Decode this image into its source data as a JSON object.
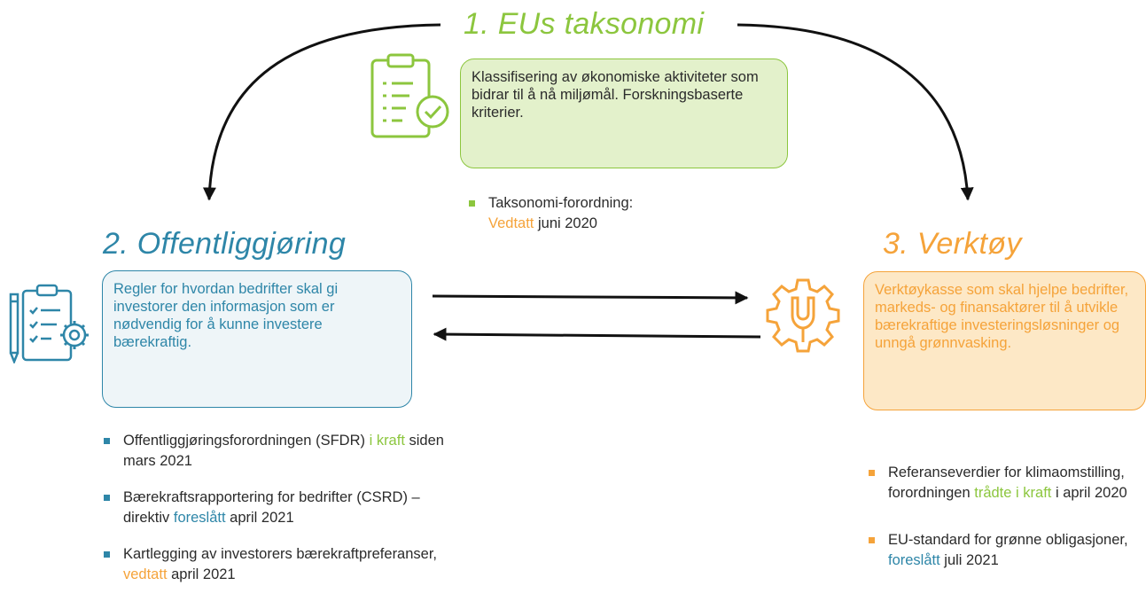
{
  "colors": {
    "green": "#8cc63e",
    "blue": "#2e86a8",
    "orange": "#f5a33a",
    "green_box_fill": "#e3f1cb",
    "blue_box_fill": "#eef5f8",
    "orange_box_fill": "#fde8c6",
    "arrow": "#111111"
  },
  "section1": {
    "title": "1. EUs taksonomi",
    "box_text": "Klassifisering av økonomiske aktiviteter som bidrar til å nå miljømål. Forskningsbaserte kriterier.",
    "icon": "clipboard-check-icon",
    "bullets": [
      {
        "before": "Taksonomi-forordning:",
        "highlight": "Vedtatt",
        "highlight_color": "#f5a33a",
        "after": " juni 2020"
      }
    ]
  },
  "section2": {
    "title": "2. Offentliggjøring",
    "box_text": "Regler for hvordan bedrifter skal gi investorer den informasjon som er nødvendig for å kunne investere bærekraftig.",
    "icon": "clipboard-gear-pencil-icon",
    "bullets": [
      {
        "before": "Offentliggjøringsforordningen (SFDR) ",
        "highlight": "i kraft",
        "highlight_color": "#8cc63e",
        "after": " siden mars 2021"
      },
      {
        "before": "Bærekraftsrapportering for bedrifter (CSRD) – direktiv ",
        "highlight": "foreslått",
        "highlight_color": "#2e86a8",
        "after": " april 2021"
      },
      {
        "before": "Kartlegging av investorers bærekraftpreferanser, ",
        "highlight": "vedtatt",
        "highlight_color": "#f5a33a",
        "after": " april 2021"
      }
    ]
  },
  "section3": {
    "title": "3. Verktøy",
    "box_text": "Verktøykasse som skal hjelpe bedrifter, markeds- og finansaktører til å utvikle bærekraftige investeringsløsninger og unngå grønnvasking.",
    "icon": "wrench-gear-icon",
    "bullets": [
      {
        "before": "Referanseverdier for klimaomstilling, forordningen ",
        "highlight": "trådte i kraft",
        "highlight_color": "#8cc63e",
        "after": " i april 2020"
      },
      {
        "before": "EU-standard for grønne obligasjoner, ",
        "highlight": "foreslått",
        "highlight_color": "#2e86a8",
        "after": " juli 2021"
      }
    ]
  }
}
